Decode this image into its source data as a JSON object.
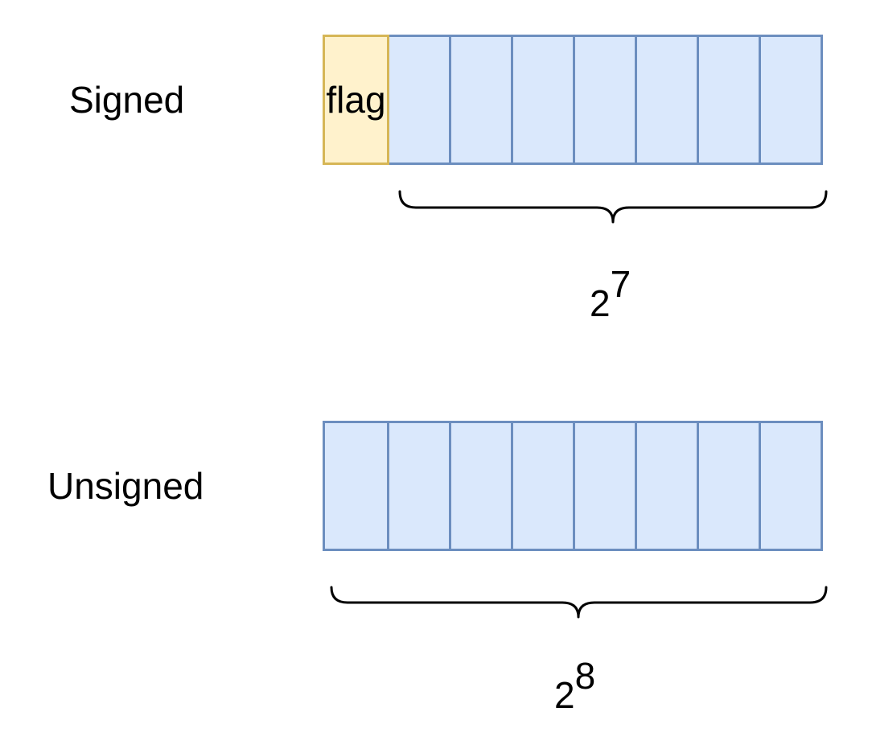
{
  "signed": {
    "label": "Signed",
    "flag_label": "flag",
    "cell_count": 8,
    "brace_base": "2",
    "brace_exponent": "7"
  },
  "unsigned": {
    "label": "Unsigned",
    "cell_count": 8,
    "brace_base": "2",
    "brace_exponent": "8"
  },
  "colors": {
    "cell_fill": "#dae8fc",
    "cell_stroke": "#6c8ebf",
    "flag_fill": "#fff2cc",
    "flag_stroke": "#d6b656"
  }
}
